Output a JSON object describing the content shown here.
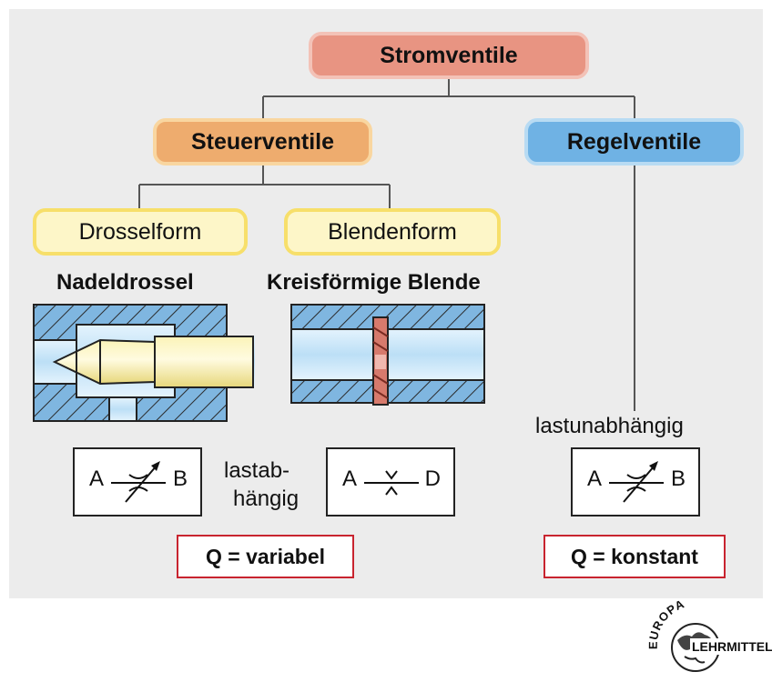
{
  "root": {
    "label": "Stromventile"
  },
  "steuer": {
    "label": "Steuerventile"
  },
  "regel": {
    "label": "Regelventile"
  },
  "drossel": {
    "label": "Drosselform",
    "title": "Nadeldrossel"
  },
  "blende": {
    "label": "Blendenform",
    "title": "Kreisförmige Blende"
  },
  "symbols": {
    "nadeldrossel": {
      "left": "A",
      "right": "B"
    },
    "blende": {
      "left": "A",
      "right": "D"
    },
    "regel": {
      "left": "A",
      "right": "B"
    }
  },
  "lastab": {
    "line1": "lastab-",
    "line2": "hängig"
  },
  "lastunab": {
    "label": "lastunabhängig"
  },
  "results": {
    "variabel": "Q = variabel",
    "konstant": "Q = konstant"
  },
  "logo": {
    "top": "EUROPA",
    "bottom": "LEHRMITTEL"
  },
  "colors": {
    "root_fill": "#e89482",
    "root_border": "#f3c2b7",
    "steuer_fill": "#eeac6e",
    "steuer_border": "#f9d6a0",
    "regel_fill": "#6fb2e4",
    "regel_border": "#b8dbf3",
    "form_fill": "#fdf6c8",
    "form_border": "#f7df6a",
    "result_border": "#c8242f"
  }
}
